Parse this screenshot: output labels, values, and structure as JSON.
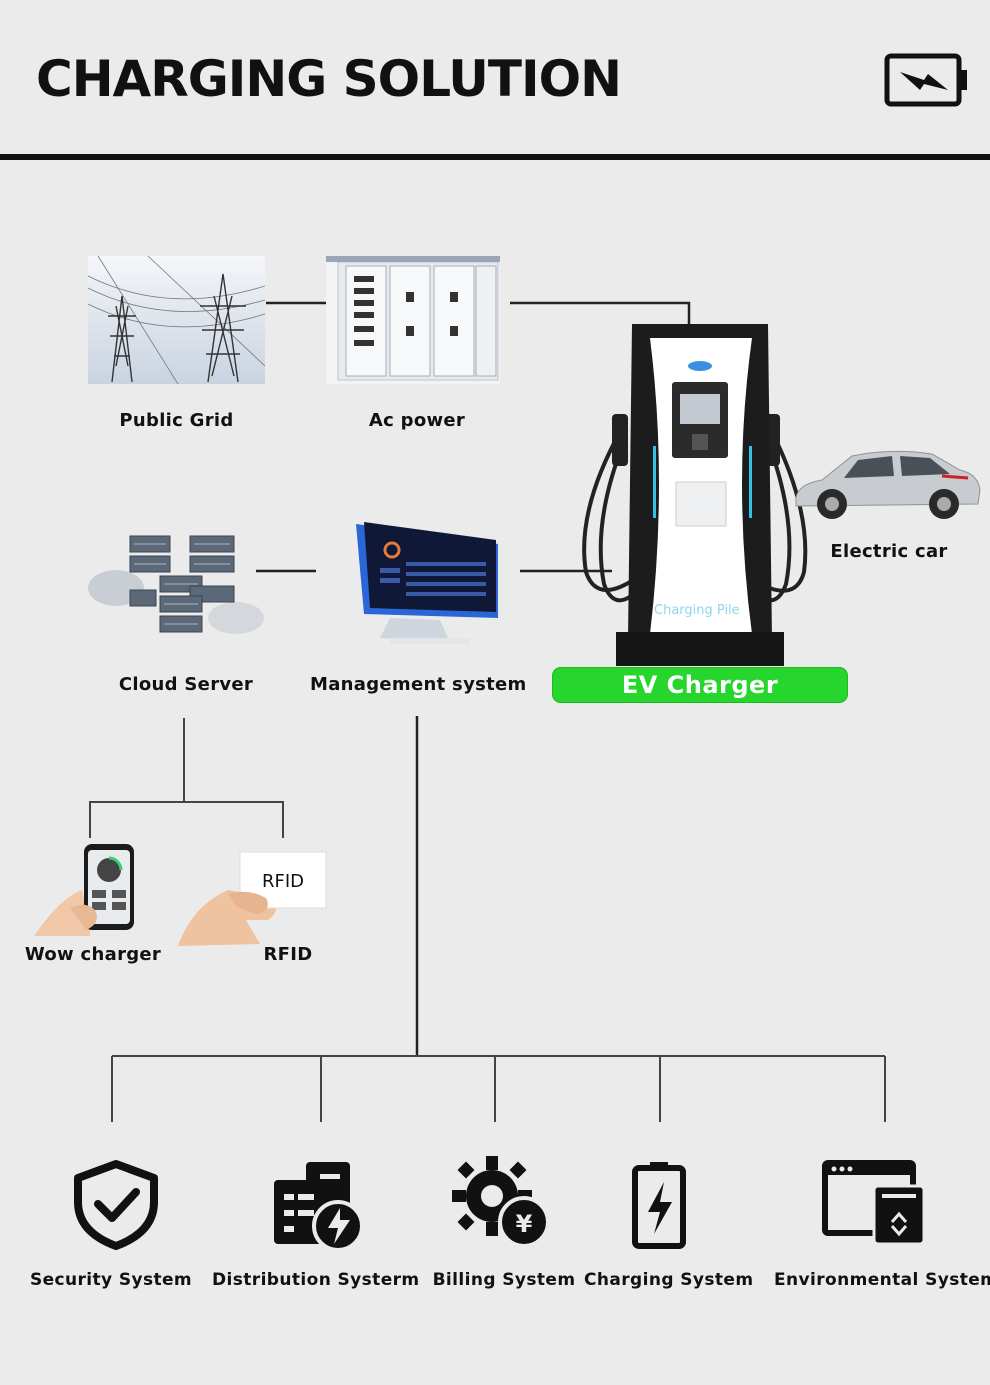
{
  "header": {
    "title": "CHARGING SOLUTION",
    "badge_icon": "battery-charging-icon"
  },
  "nodes": {
    "public_grid": {
      "label": "Public Grid",
      "icon": "power-tower-image"
    },
    "ac_power": {
      "label": "Ac power",
      "icon": "switchgear-cabinet-image"
    },
    "cloud_server": {
      "label": "Cloud Server",
      "icon": "server-rack-image"
    },
    "management_system": {
      "label": "Management system",
      "icon": "monitor-dashboard-image"
    },
    "ev_charger": {
      "label": "EV Charger",
      "screen_text": "Charging Pile",
      "icon": "charging-pile-image"
    },
    "electric_car": {
      "label": "Electric car",
      "icon": "suv-car-image"
    },
    "wow_charger": {
      "label": "Wow charger",
      "icon": "phone-app-image"
    },
    "rfid": {
      "label": "RFID",
      "card_text": "RFID",
      "icon": "rfid-card-image"
    }
  },
  "systems": [
    {
      "label": "Security System",
      "icon": "shield-check-icon"
    },
    {
      "label": "Distribution Systerm",
      "icon": "database-bolt-icon"
    },
    {
      "label": "Billing System",
      "icon": "gear-yen-icon"
    },
    {
      "label": "Charging System",
      "icon": "battery-bolt-icon"
    },
    {
      "label": "Environmental System",
      "icon": "window-recycle-icon"
    }
  ],
  "colors": {
    "background": "#ebebeb",
    "ev_green": "#27d62c",
    "ink": "#111111"
  }
}
